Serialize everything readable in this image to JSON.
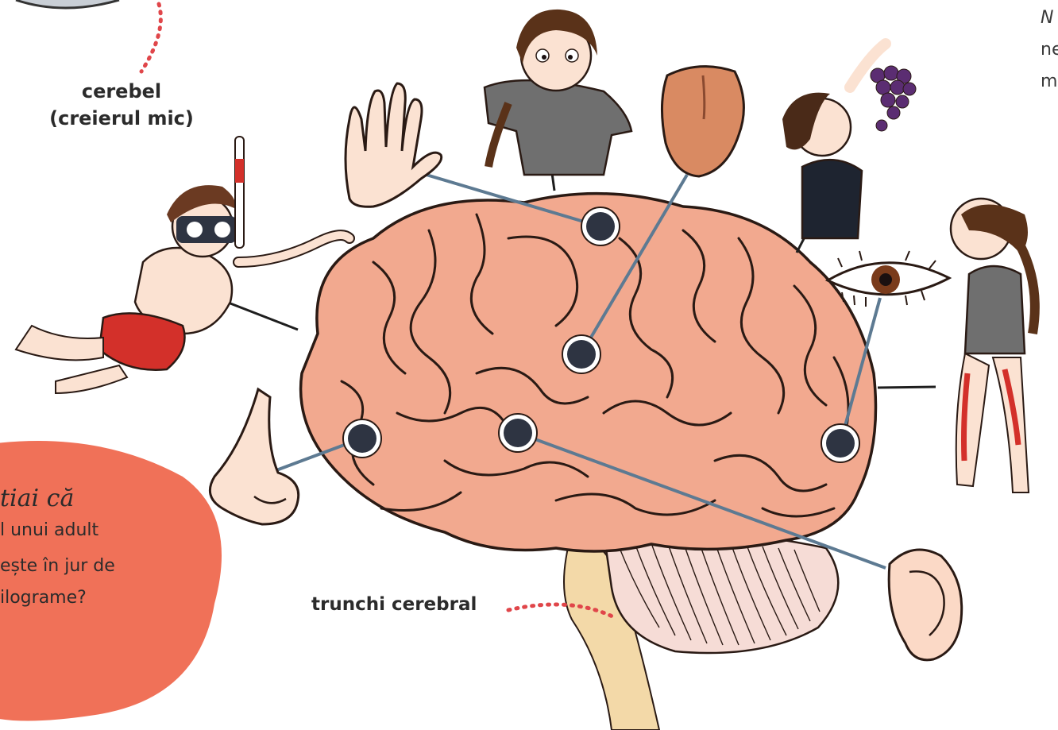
{
  "labels": {
    "cerebellum_line1": "cerebel",
    "cerebellum_line2": "(creierul mic)",
    "brainstem": "trunchi cerebral"
  },
  "fact_box": {
    "title": "tiai că",
    "line1": "l unui adult",
    "line2": "ește în jur de",
    "line3": "ilograme?",
    "color": "#f07158"
  },
  "top_right_text": {
    "line1": "N",
    "line2": "ne",
    "line3": "m"
  },
  "colors": {
    "brain": "#f2a98f",
    "brain_outline": "#2a1a14",
    "connector": "#5d7a92",
    "node": "#2e3442",
    "dotted_line": "#e0464a"
  }
}
